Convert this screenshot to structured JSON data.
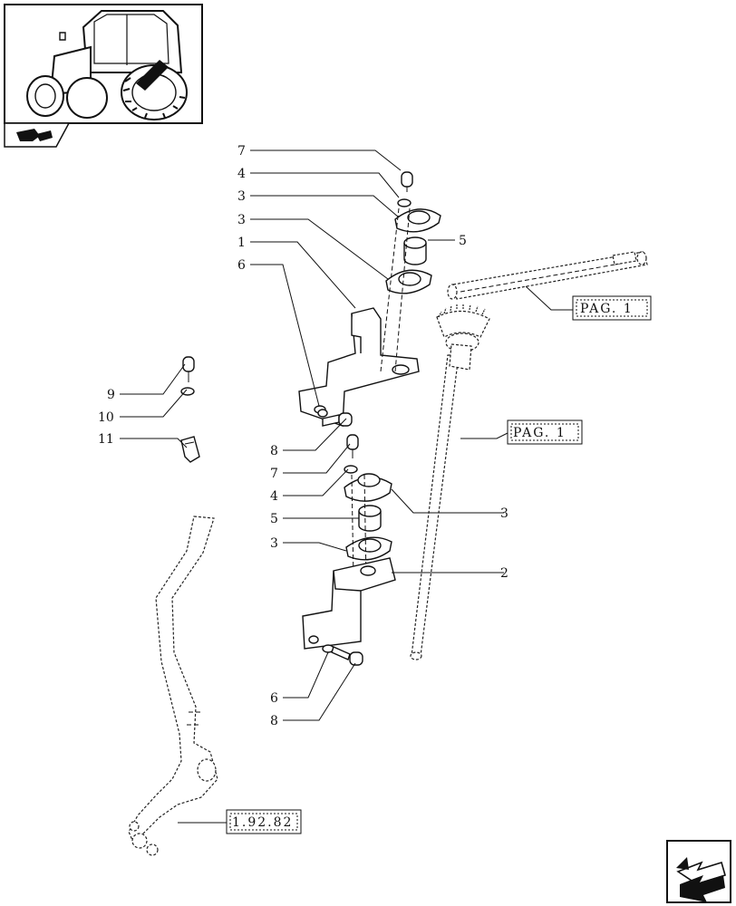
{
  "callouts": {
    "top_left_7": "7",
    "top_left_4": "4",
    "top_left_3a": "3",
    "top_left_3b": "3",
    "top_left_1": "1",
    "top_left_6": "6",
    "top_right_5": "5",
    "left_9": "9",
    "left_10": "10",
    "left_11": "11",
    "bottom_left_8": "8",
    "bottom_left_7": "7",
    "bottom_left_4": "4",
    "bottom_left_5": "5",
    "bottom_left_3": "3",
    "bottom_right_3": "3",
    "bottom_right_2": "2",
    "lower_6": "6",
    "lower_8": "8"
  },
  "references": {
    "pag_upper": "PAG. 1",
    "pag_middle": "PAG. 1",
    "section_ref": "1.92.82"
  },
  "icons": {
    "thumbnail": "tractor-thumbnail-icon",
    "category": "tractor-category-icon",
    "navigation": "next-page-arrow-icon"
  }
}
